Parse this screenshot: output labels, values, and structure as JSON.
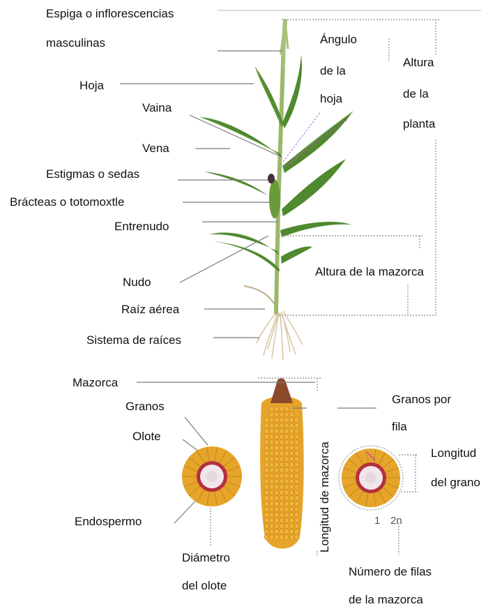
{
  "labels": {
    "espiga_1": "Espiga o inflorescencias",
    "espiga_2": "masculinas",
    "hoja": "Hoja",
    "vaina": "Vaina",
    "vena": "Vena",
    "estigmas": "Estigmas o sedas",
    "bracteas": "Brácteas o totomoxtle",
    "entrenudo": "Entrenudo",
    "nudo": "Nudo",
    "raiz_aerea": "Raíz aérea",
    "sistema_raices": "Sistema de raíces",
    "angulo_1": "Ángulo",
    "angulo_2": "de la",
    "angulo_3": "hoja",
    "altura_planta_1": "Altura",
    "altura_planta_2": "de la",
    "altura_planta_3": "planta",
    "altura_mazorca": "Altura de la mazorca",
    "mazorca": "Mazorca",
    "granos": "Granos",
    "olote": "Olote",
    "endospermo": "Endospermo",
    "diametro_1": "Diámetro",
    "diametro_2": "del olote",
    "longitud_mazorca": "Longitud de mazorca",
    "granos_fila_1": "Granos por",
    "granos_fila_2": "fila",
    "longitud_grano_1": "Longitud",
    "longitud_grano_2": "del grano",
    "filas_1": "Número de filas",
    "filas_2": "de la mazorca",
    "num_1": "1",
    "num_2n": "2n"
  },
  "colors": {
    "leaf": "#4f8a2f",
    "leaf_dark": "#3c6e22",
    "stalk": "#9ab86a",
    "kernel": "#e5a52a",
    "kernel_dark": "#c98416",
    "cob_center": "#f1e7ea",
    "line": "#7a7a7a",
    "dotted": "#9a9a9a",
    "root": "#d8c9a8",
    "angle_marker": "#d63ad0"
  }
}
